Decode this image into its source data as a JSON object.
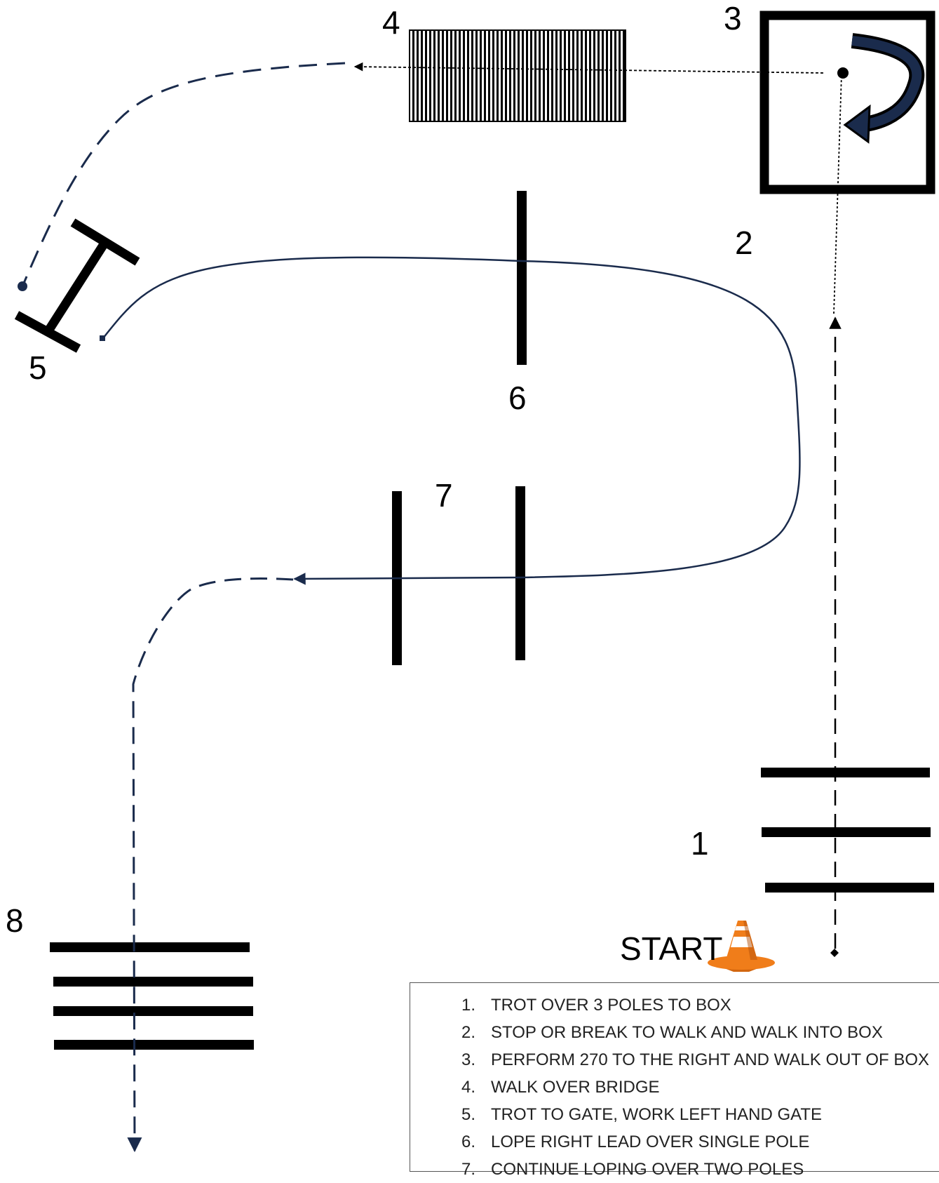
{
  "labels": {
    "n1": "1",
    "n2": "2",
    "n3": "3",
    "n4": "4",
    "n5": "5",
    "n6": "6",
    "n7": "7",
    "n8": "8",
    "start": "START"
  },
  "icons": {
    "start_marker": "traffic-cone-icon",
    "turn": "curved-arrow-icon"
  },
  "colors": {
    "path": "#1a2b4c",
    "cone_orange": "#f07d1a",
    "obstacle": "#000000"
  },
  "instructions": [
    {
      "num": "1.",
      "text": "TROT OVER 3 POLES TO BOX"
    },
    {
      "num": "2.",
      "text": "STOP OR BREAK TO WALK AND WALK INTO BOX"
    },
    {
      "num": "3.",
      "text": "PERFORM 270 TO THE RIGHT AND WALK OUT OF BOX"
    },
    {
      "num": "4.",
      "text": "WALK OVER BRIDGE"
    },
    {
      "num": "5.",
      "text": "TROT TO GATE, WORK LEFT HAND GATE"
    },
    {
      "num": "6.",
      "text": "LOPE RIGHT LEAD OVER SINGLE POLE"
    },
    {
      "num": "7.",
      "text": "CONTINUE LOPING OVER TWO POLES"
    }
  ]
}
